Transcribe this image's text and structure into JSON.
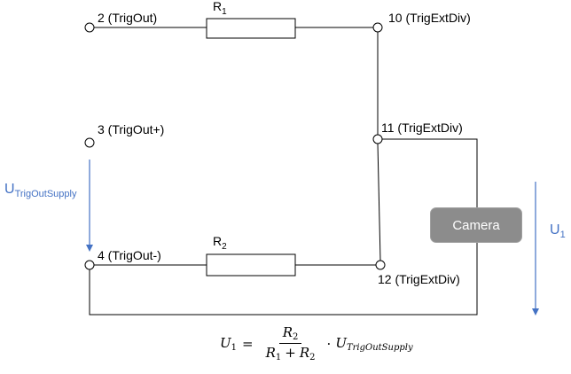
{
  "terminals": {
    "t2": "2 (TrigOut)",
    "t3": "3 (TrigOut+)",
    "t4": "4 (TrigOut-)",
    "t10": "10 (TrigExtDiv)",
    "t11": "11 (TrigExtDiv)",
    "t12": "12 (TrigExtDiv)"
  },
  "resistors": {
    "r1": {
      "letter": "R",
      "index": "1"
    },
    "r2": {
      "letter": "R",
      "index": "2"
    }
  },
  "camera_label": "Camera",
  "voltages": {
    "supply": {
      "letter": "U",
      "sub": "TrigOutSupply"
    },
    "u1": {
      "letter": "U",
      "sub": "1"
    }
  },
  "formula": {
    "lhs": "U",
    "lhs_sub": "1",
    "equals": "=",
    "num": "R",
    "num_sub": "2",
    "den_a": "R",
    "den_a_sub": "1",
    "plus": "+",
    "den_b": "R",
    "den_b_sub": "2",
    "dot": "·",
    "rhs": "U",
    "rhs_sub": "TrigOutSupply"
  },
  "colors": {
    "arrow": "#4472c4",
    "camera_fill": "#8c8c8c"
  }
}
